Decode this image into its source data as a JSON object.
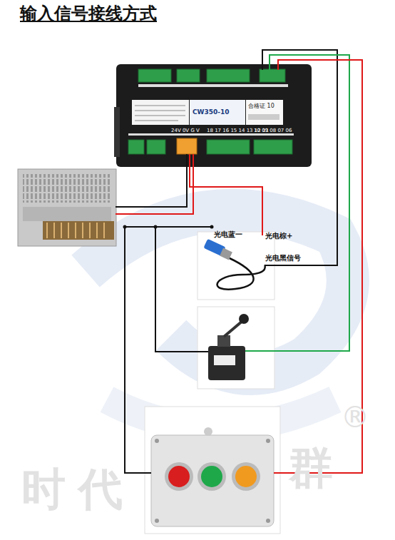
{
  "diagram": {
    "title": "输入信号接线方式",
    "labels": [
      "CW350-10",
      "合格证 10",
      "24V 0V G V",
      "18 17 16 15 14 13 12 11",
      "10 09 08 07 06",
      "光电蓝一",
      "光电棕+",
      "光电黑信号",
      "时",
      "代",
      "群",
      "®"
    ]
  }
}
